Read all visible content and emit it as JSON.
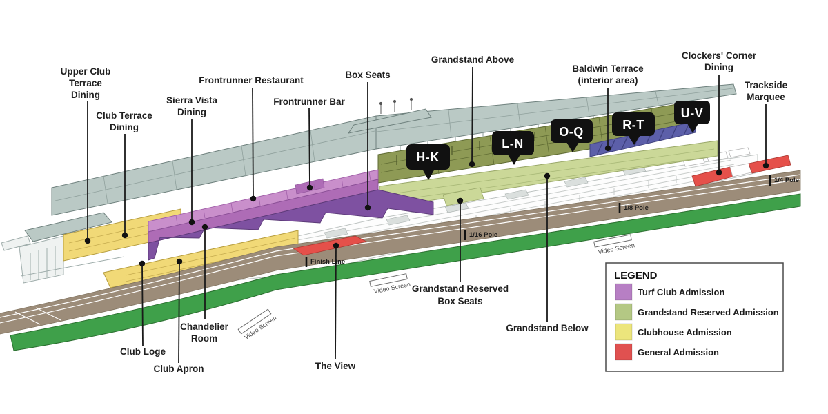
{
  "map_labels": {
    "upper_club_terrace_dining": {
      "lines": [
        "Upper Club",
        "Terrace",
        "Dining"
      ]
    },
    "club_terrace_dining": {
      "lines": [
        "Club Terrace",
        "Dining"
      ]
    },
    "sierra_vista_dining": {
      "lines": [
        "Sierra Vista",
        "Dining"
      ]
    },
    "frontrunner_restaurant": {
      "lines": [
        "Frontrunner Restaurant"
      ]
    },
    "frontrunner_bar": {
      "lines": [
        "Frontrunner Bar"
      ]
    },
    "box_seats": {
      "lines": [
        "Box Seats"
      ]
    },
    "grandstand_above": {
      "lines": [
        "Grandstand Above"
      ]
    },
    "baldwin_terrace": {
      "lines": [
        "Baldwin Terrace",
        "(interior area)"
      ]
    },
    "clockers_corner_dining": {
      "lines": [
        "Clockers' Corner",
        "Dining"
      ]
    },
    "trackside_marquee": {
      "lines": [
        "Trackside",
        "Marquee"
      ]
    },
    "grandstand_reserved_box_seats": {
      "lines": [
        "Grandstand Reserved",
        "Box Seats"
      ]
    },
    "grandstand_below": {
      "lines": [
        "Grandstand Below"
      ]
    },
    "chandelier_room": {
      "lines": [
        "Chandelier",
        "Room"
      ]
    },
    "club_loge": {
      "lines": [
        "Club Loge"
      ]
    },
    "club_apron": {
      "lines": [
        "Club Apron"
      ]
    },
    "the_view": {
      "lines": [
        "The View"
      ]
    }
  },
  "stand_sections": {
    "hk": "H-K",
    "ln": "L-N",
    "oq": "O-Q",
    "rt": "R-T",
    "uv": "U-V"
  },
  "track_markers": {
    "finish_line": "Finish Line",
    "pole_1_16": "1/16 Pole",
    "pole_1_8": "1/8 Pole",
    "pole_1_4": "1/4 Pole"
  },
  "video_screen_label": "Video Screen",
  "legend": {
    "title": "LEGEND",
    "items": [
      {
        "label": "Turf Club Admission",
        "color": "#b77fc4"
      },
      {
        "label": "Grandstand Reserved Admission",
        "color": "#b4c884"
      },
      {
        "label": "Clubhouse Admission",
        "color": "#ece57c"
      },
      {
        "label": "General Admission",
        "color": "#e05150"
      }
    ]
  },
  "colors": {
    "roof": "#bac9c5",
    "turf_club_light": "#c98fcb",
    "turf_club_mid": "#ae6cb6",
    "turf_club_dark": "#7e51a1",
    "grandstand_above": "#8e9a55",
    "grandstand_reserved": "#cbd898",
    "baldwin_terrace": "#5c5fa9",
    "clubhouse": "#f1d977",
    "general_admission": "#e5504a",
    "track_dirt": "#9c8c79",
    "track_turf": "#3fa04a"
  }
}
